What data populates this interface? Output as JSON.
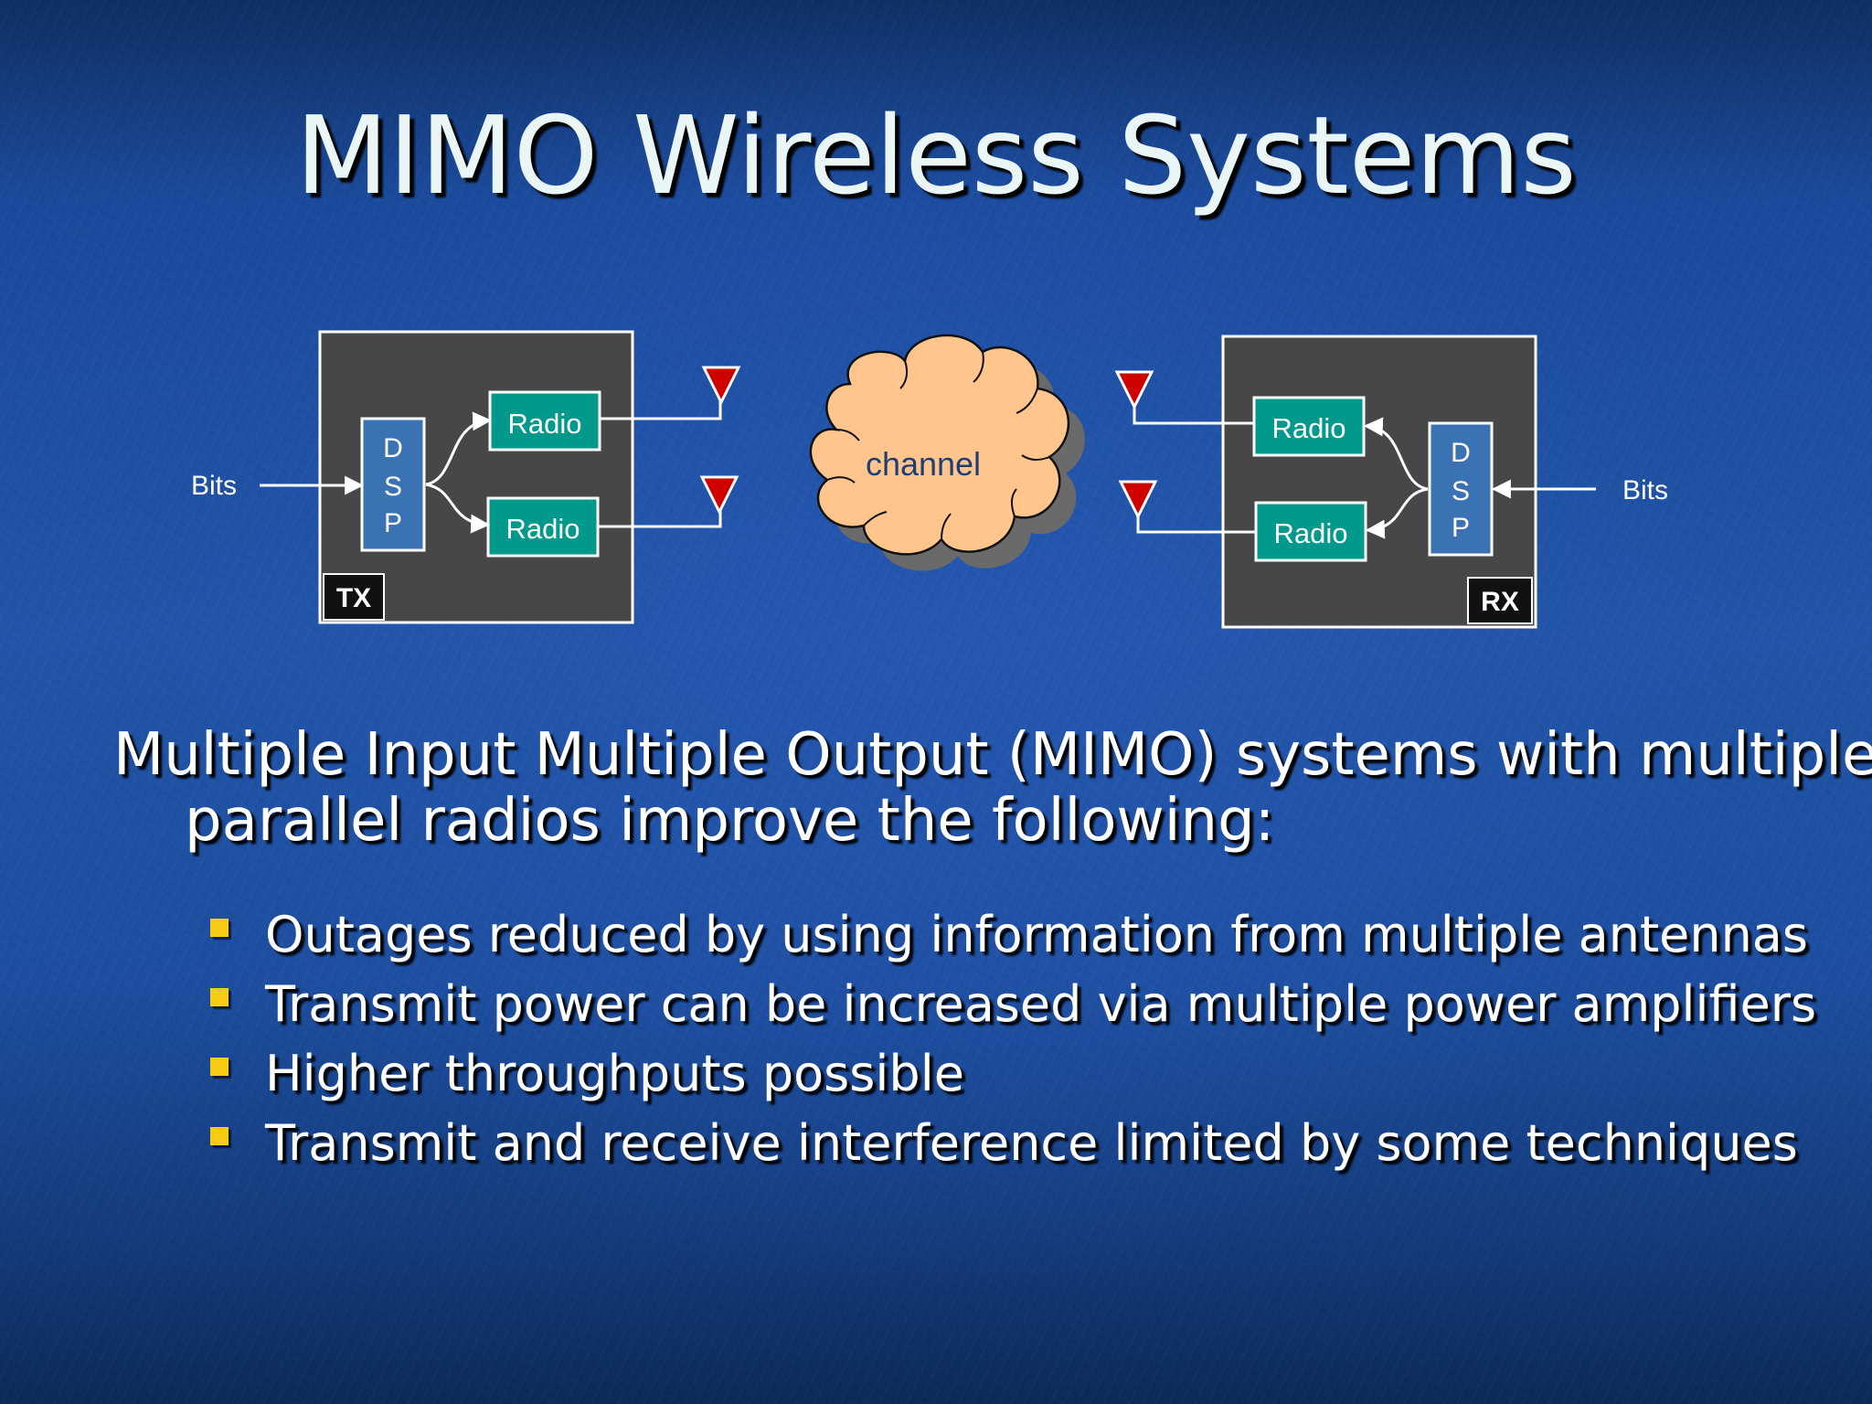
{
  "slide": {
    "title": "MIMO Wireless Systems"
  },
  "diagram": {
    "tx": {
      "label": "TX",
      "dsp_letters": [
        "D",
        "S",
        "P"
      ],
      "radio_top": "Radio",
      "radio_bottom": "Radio",
      "input_label": "Bits"
    },
    "channel_label": "channel",
    "rx": {
      "label": "RX",
      "dsp_letters": [
        "D",
        "S",
        "P"
      ],
      "radio_top": "Radio",
      "radio_bottom": "Radio",
      "output_label": "Bits"
    },
    "colors": {
      "box_fill": "#474747",
      "radio_fill": "#00998c",
      "dsp_fill": "#3a72b4",
      "cloud_fill": "#ffc58c",
      "antenna_fill": "#d10000"
    }
  },
  "body": {
    "intro": "Multiple Input Multiple Output (MIMO) systems with multiple parallel radios improve the following:",
    "bullets": [
      "Outages reduced by using information from multiple antennas",
      "Transmit power can be increased via multiple power amplifiers",
      "Higher throughputs possible",
      "Transmit and receive interference limited by some techniques"
    ]
  }
}
